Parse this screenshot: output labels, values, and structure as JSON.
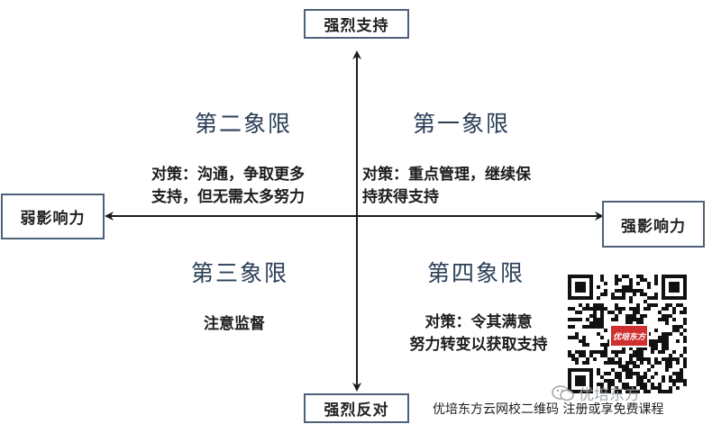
{
  "axes": {
    "top_label": "强烈支持",
    "bottom_label": "强烈反对",
    "left_label": "弱影响力",
    "right_label": "强影响力"
  },
  "quadrants": {
    "q1": {
      "title": "第一象限",
      "strategy_lines": [
        "对策：重点管理，继续保",
        "持获得支持"
      ]
    },
    "q2": {
      "title": "第二象限",
      "strategy_lines": [
        "对策：沟通，争取更多",
        "支持，但无需太多努力"
      ]
    },
    "q3": {
      "title": "第三象限",
      "strategy_lines": [
        "注意监督"
      ]
    },
    "q4": {
      "title": "第四象限",
      "strategy_lines": [
        "对策：令其满意",
        "努力转变以获取支持"
      ]
    }
  },
  "branding": {
    "qr_logo_text": "优培东方",
    "watermark_text": "优培东方",
    "footer_text": "优培东方云网校二维码 注册或享免费课程"
  },
  "colors": {
    "axis": "#1c1c1c",
    "box_border": "#4d6278",
    "quadrant_title": "#2b3f57",
    "qr_logo": "#d12f2f"
  }
}
